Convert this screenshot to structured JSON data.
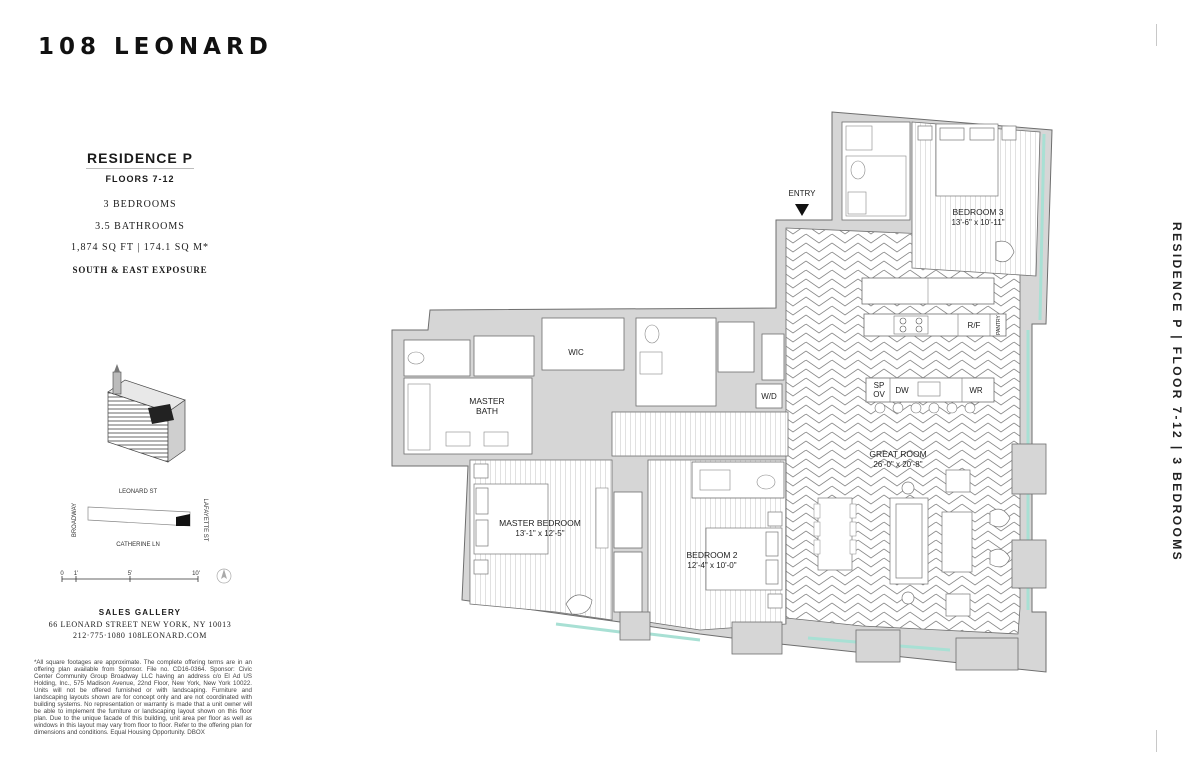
{
  "brand": "108 LEONARD",
  "residence": {
    "name": "RESIDENCE P",
    "floors": "FLOORS 7-12",
    "bedrooms": "3 BEDROOMS",
    "bathrooms": "3.5 BATHROOMS",
    "area": "1,874 SQ FT  |  174.1 SQ M*",
    "exposure": "SOUTH & EAST EXPOSURE"
  },
  "side_label": "RESIDENCE P  |  FLOOR 7-12  |  3 BEDROOMS",
  "key_plan": {
    "street_north": "LEONARD ST",
    "street_south": "CATHERINE LN",
    "street_west": "BROADWAY",
    "street_east": "LAFAYETTE ST"
  },
  "scale": {
    "ticks": [
      "0",
      "1'",
      "5'",
      "10'"
    ]
  },
  "gallery": {
    "title": "SALES GALLERY",
    "address": "66 LEONARD STREET   NEW YORK, NY 10013",
    "contact": "212·775·1080  108LEONARD.COM"
  },
  "disclaimer": "*All square footages are approximate. The complete offering terms are in an offering plan available from Sponsor. File no. CD16-0364. Sponsor: Civic Center Community Group Broadway LLC having an address c/o El Ad US Holding, Inc., 575 Madison Avenue, 22nd Floor, New York, New York 10022. Units will not be offered furnished or with landscaping. Furniture and landscaping layouts shown are for concept only and are not coordinated with building systems. No representation or warranty is made that a unit owner will be able to implement the furniture or landscaping layout shown on this floor plan. Due to the unique facade of this building, unit area per floor as well as windows in this layout may vary from floor to floor. Refer to the offering plan for dimensions and conditions. Equal Housing Opportunity. DBOX",
  "plan": {
    "entry": "ENTRY",
    "wic": "WIC",
    "wd": "W/D",
    "master_bath": [
      "MASTER",
      "BATH"
    ],
    "master_bedroom": {
      "name": "MASTER BEDROOM",
      "dims": "13'-1\" x 12'-5\""
    },
    "bedroom2": {
      "name": "BEDROOM 2",
      "dims": "12'-4\" x 10'-0\""
    },
    "bedroom3": {
      "name": "BEDROOM 3",
      "dims": "13'-6\" x 10'-11\""
    },
    "great_room": {
      "name": "GREAT ROOM",
      "dims": "26'-0\" x 20'-8\""
    },
    "rf": "R/F",
    "pantry": "PANTRY",
    "sp": "SP",
    "ov": "OV",
    "dw": "DW",
    "wr": "WR"
  },
  "colors": {
    "wall": "#d6d6d6",
    "wall_outline": "#6e6e6e",
    "window": "#a8e0d4",
    "floor_line": "#8a8a8a"
  }
}
